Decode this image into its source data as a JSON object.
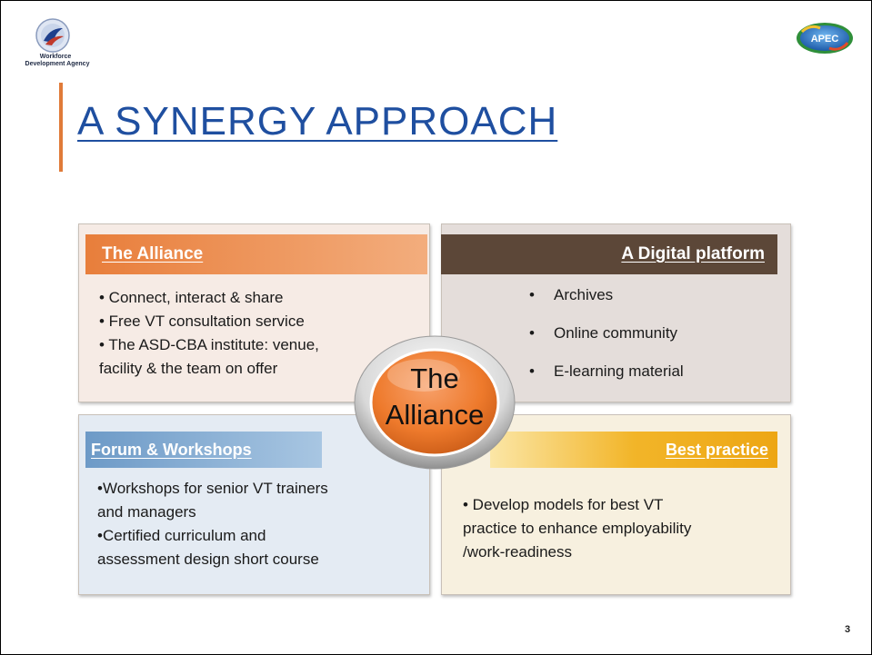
{
  "header": {
    "org_name_line1": "Workforce",
    "org_name_line2": "Development Agency",
    "apec_logo_text": "APEC"
  },
  "title": "A SYNERGY APPROACH",
  "center": {
    "line1": "The",
    "line2": "Alliance"
  },
  "panels": {
    "alliance": {
      "heading": "The Alliance",
      "lines": [
        "• Connect, interact & share",
        "• Free VT consultation service",
        "• The ASD-CBA institute: venue,",
        "facility & the team on offer"
      ]
    },
    "digital": {
      "heading": "A Digital platform",
      "items": [
        "Archives",
        "Online community",
        "E-learning material"
      ]
    },
    "forum": {
      "heading": "Forum & Workshops",
      "lines": [
        "•Workshops for senior VT trainers",
        "and managers",
        "•Certified curriculum and",
        "assessment design short course"
      ]
    },
    "best": {
      "heading": "Best practice",
      "lines": [
        "• Develop models for best VT",
        "practice to enhance employability",
        "/work-readiness"
      ]
    }
  },
  "page_number": "3",
  "colors": {
    "title": "#1f4fa0",
    "alliance_band": "#e87e3b",
    "digital_band": "#5c4738",
    "forum_band": "#6d9ac7",
    "best_band": "#f2b529",
    "center_circle": "#ee7a2c"
  }
}
